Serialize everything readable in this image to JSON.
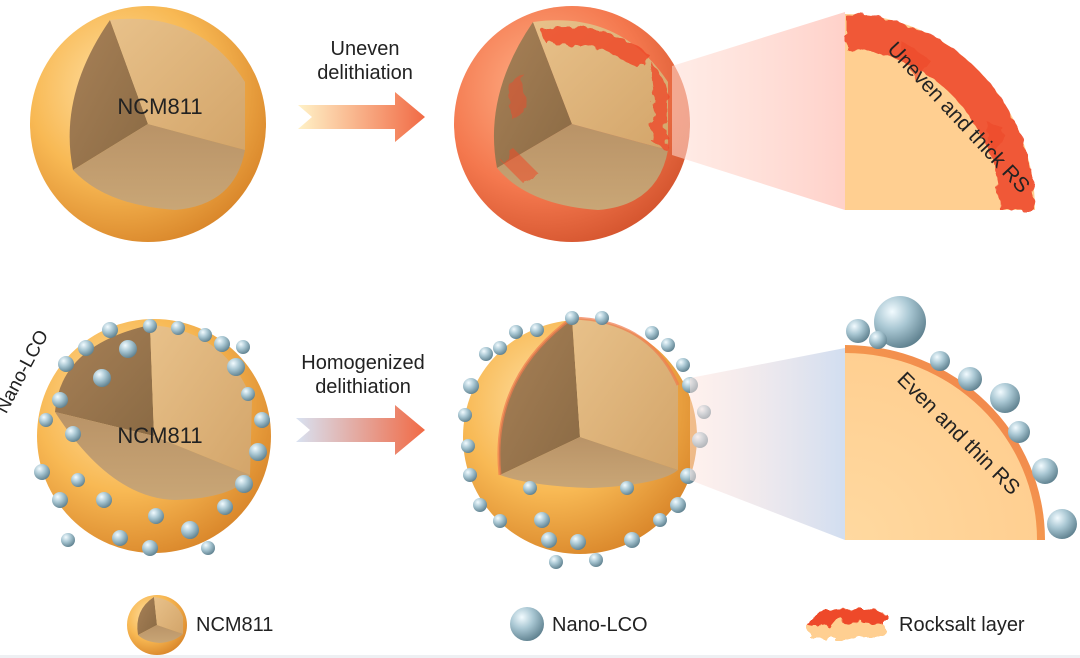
{
  "top_row": {
    "core_label": "NCM811",
    "process_line1": "Uneven",
    "process_line2": "delithiation",
    "result_label": "Uneven and thick RS"
  },
  "bottom_row": {
    "coating_label": "Nano-LCO",
    "core_label": "NCM811",
    "process_line1": "Homogenized",
    "process_line2": "delithiation",
    "result_label": "Even and thin RS"
  },
  "legend": {
    "ncm": "NCM811",
    "lco": "Nano-LCO",
    "rocksalt": "Rocksalt layer"
  },
  "colors": {
    "ncm_shell": "#f7b24e",
    "ncm_cut": "#b99367",
    "lco_particle": "#9fbcc8",
    "rocksalt": "#ee4a2b",
    "arrow_top": "#f07a4d",
    "arrow_bottom": "#f07a4d"
  }
}
